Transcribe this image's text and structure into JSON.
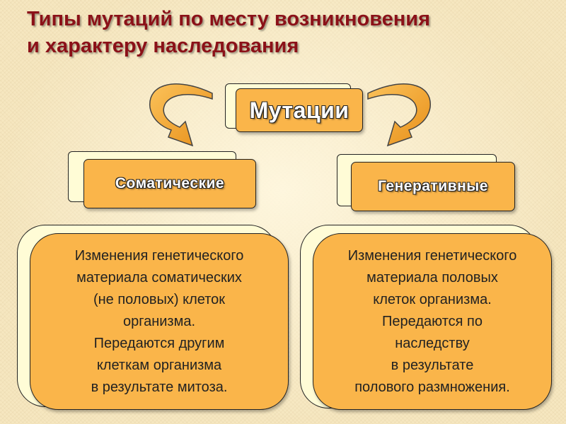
{
  "title": {
    "line1": "Типы мутаций по месту возникновения",
    "line2": "и характеру наследования"
  },
  "root": {
    "label": "Мутации"
  },
  "left": {
    "label": "Соматические",
    "description": [
      "Изменения генетического",
      "материала соматических",
      "(не половых) клеток",
      "организма.",
      "Передаются другим",
      "клеткам организма",
      "в результате митоза."
    ]
  },
  "right": {
    "label": "Генеративные",
    "description": [
      "Изменения генетического",
      "материала половых",
      "клеток  организма.",
      "Передаются по",
      "наследству",
      "в результате",
      "полового размножения."
    ]
  },
  "colors": {
    "title": "#8b1118",
    "box_fill": "#fab54a",
    "box_back": "#fffcd6",
    "arrow_fill": "#f5a020",
    "background": "#f6e7c0"
  }
}
